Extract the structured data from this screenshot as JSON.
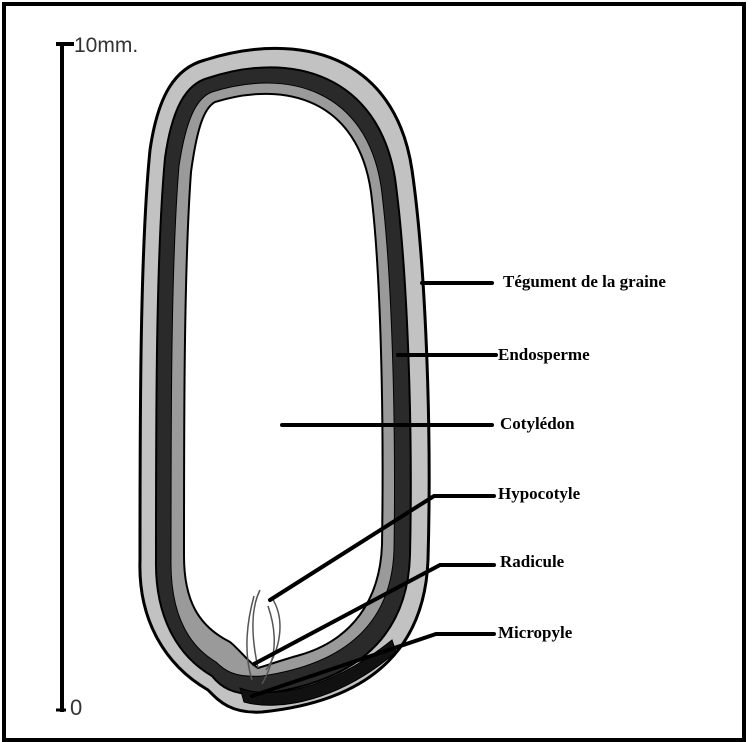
{
  "scale": {
    "top_label": "10mm.",
    "bottom_label": "0"
  },
  "labels": {
    "tegument": "Tégument de la graine",
    "endosperme": "Endosperme",
    "cotyledon": "Cotylédon",
    "hypocotyle": "Hypocotyle",
    "radicule": "Radicule",
    "micropyle": "Micropyle"
  },
  "colors": {
    "ink": "#000000",
    "seed_coat_fill": "#bdbdbd",
    "endosperm_band": "#262626",
    "background": "#ffffff"
  }
}
